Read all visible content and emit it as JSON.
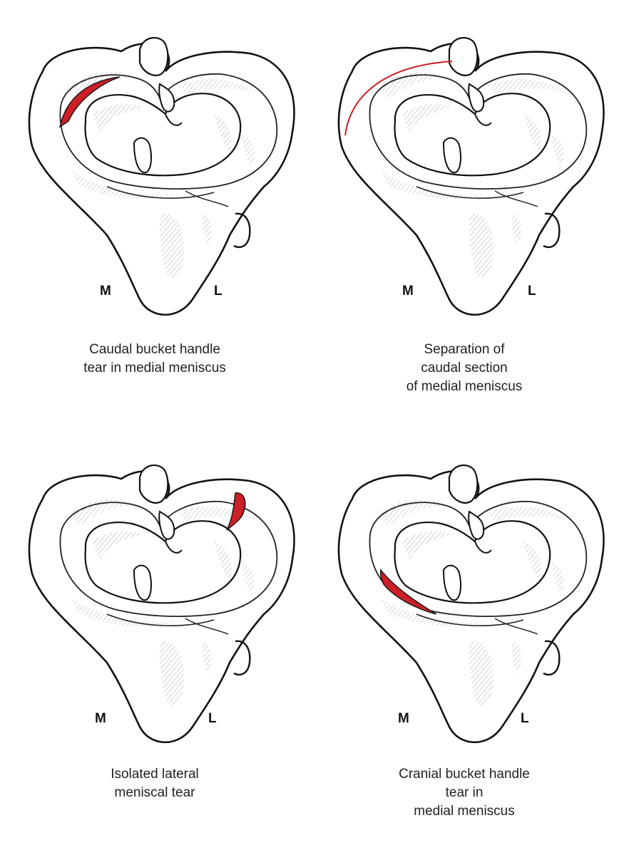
{
  "panels": [
    {
      "id": "caudal-bucket-handle",
      "tear_color": "#cc1f27",
      "labels": {
        "medial": "M",
        "lateral": "L"
      },
      "caption": [
        "Caudal bucket handle",
        "tear in medial meniscus"
      ]
    },
    {
      "id": "separation-caudal",
      "tear_color": "#cc1f27",
      "labels": {
        "medial": "M",
        "lateral": "L"
      },
      "caption": [
        "Separation of",
        "caudal section",
        "of medial meniscus"
      ]
    },
    {
      "id": "isolated-lateral",
      "tear_color": "#cc1f27",
      "labels": {
        "medial": "M",
        "lateral": "L"
      },
      "caption": [
        "Isolated lateral",
        "meniscal tear"
      ]
    },
    {
      "id": "cranial-bucket-handle",
      "tear_color": "#cc1f27",
      "labels": {
        "medial": "M",
        "lateral": "L"
      },
      "caption": [
        "Cranial bucket handle",
        "tear in",
        "medial meniscus"
      ]
    }
  ]
}
